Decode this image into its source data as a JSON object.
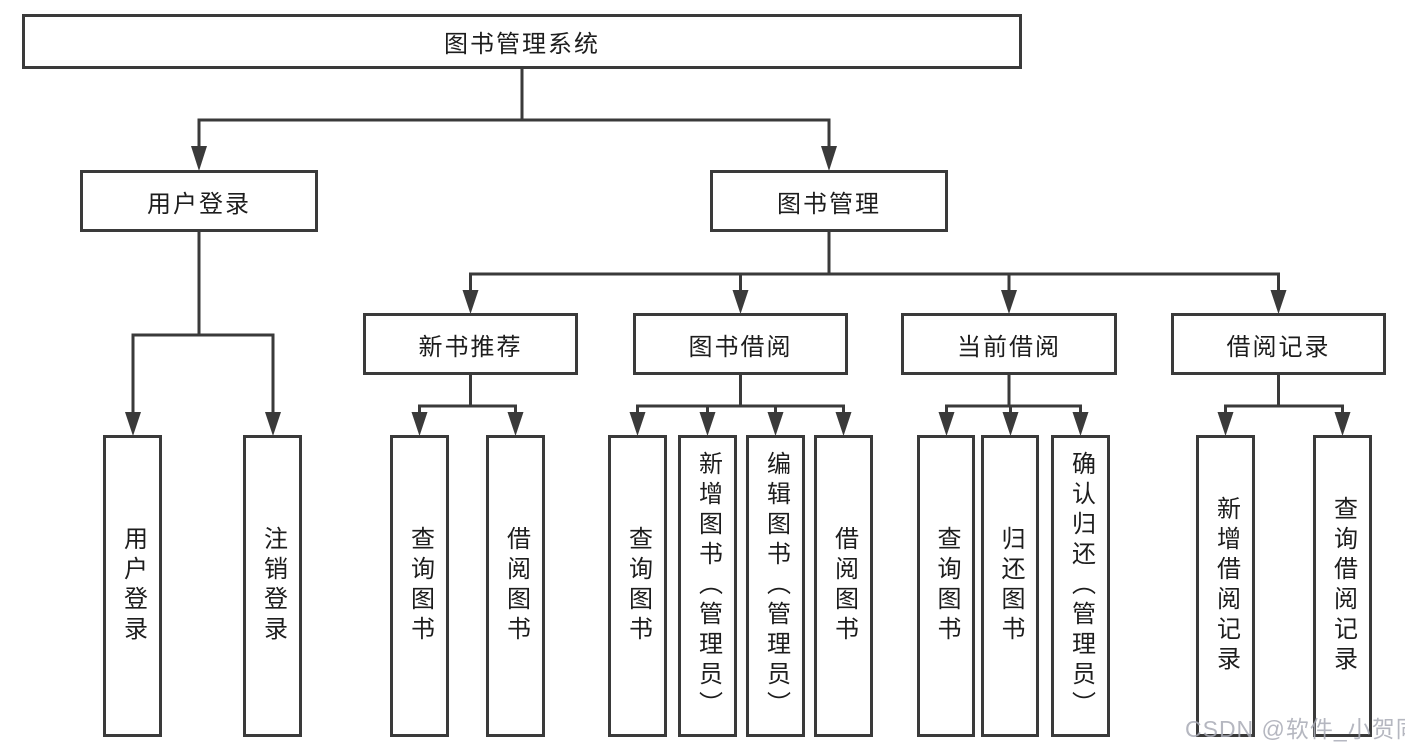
{
  "title_box": "图书管理系统",
  "branches": {
    "user_login": {
      "label": "用户登录",
      "leaves": [
        "用户登录",
        "注销登录"
      ]
    },
    "book_management": {
      "label": "图书管理",
      "sections": [
        {
          "label": "新书推荐",
          "leaves": [
            "查询图书",
            "借阅图书"
          ]
        },
        {
          "label": "图书借阅",
          "leaves": [
            "查询图书",
            "新增图书（管理员）",
            "编辑图书（管理员）",
            "借阅图书"
          ]
        },
        {
          "label": "当前借阅",
          "leaves": [
            "查询图书",
            "归还图书",
            "确认归还（管理员）"
          ]
        },
        {
          "label": "借阅记录",
          "leaves": [
            "新增借阅记录",
            "查询借阅记录"
          ]
        }
      ]
    }
  },
  "watermark": "CSDN @软件_小贺同学",
  "colors": {
    "line": "#3a3a3a",
    "text": "#1d1d1d",
    "watermark": "#a9abb6",
    "background": "#ffffff"
  }
}
